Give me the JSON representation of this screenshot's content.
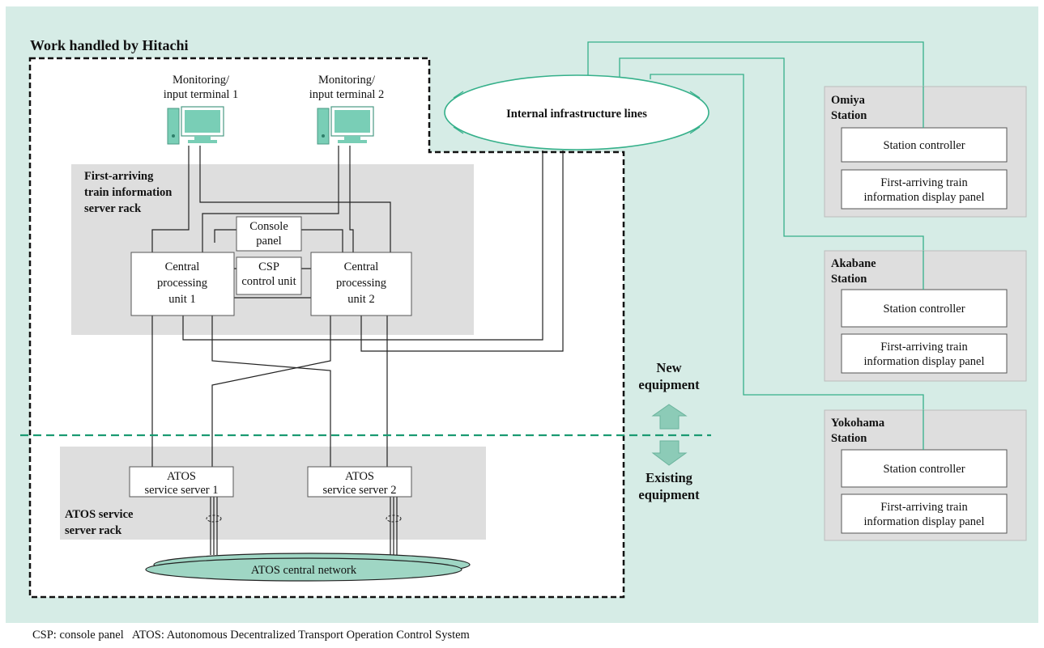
{
  "colors": {
    "background": "#d6ece6",
    "rack": "#dedede",
    "green_line": "#35b08a",
    "monitor": "#79ceb6",
    "network_fill": "#9fd6c4",
    "arrow": "#8ccbb7"
  },
  "title": "Work handled by Hitachi",
  "terminals": [
    {
      "line1": "Monitoring/",
      "line2": "input terminal 1"
    },
    {
      "line1": "Monitoring/",
      "line2": "input terminal 2"
    }
  ],
  "infrastructure": {
    "label": "Internal infrastructure lines"
  },
  "server_rack": {
    "line1": "First-arriving",
    "line2": "train information",
    "line3": "server rack"
  },
  "console_panel": {
    "line1": "Console",
    "line2": "panel"
  },
  "csp_unit": {
    "line1": "CSP",
    "line2": "control unit"
  },
  "cpus": [
    {
      "line1": "Central",
      "line2": "processing",
      "line3": "unit 1"
    },
    {
      "line1": "Central",
      "line2": "processing",
      "line3": "unit 2"
    }
  ],
  "atos_rack": {
    "line1": "ATOS service",
    "line2": "server rack"
  },
  "atos_servers": [
    {
      "line1": "ATOS",
      "line2": "service server 1"
    },
    {
      "line1": "ATOS",
      "line2": "service server 2"
    }
  ],
  "atos_network": {
    "label": "ATOS central network"
  },
  "legend_arrows": {
    "new_line1": "New",
    "new_line2": "equipment",
    "existing_line1": "Existing",
    "existing_line2": "equipment"
  },
  "stations": [
    {
      "name1": "Omiya",
      "name2": "Station",
      "controller": "Station controller",
      "panel1": "First-arriving train",
      "panel2": "information display panel"
    },
    {
      "name1": "Akabane",
      "name2": "Station",
      "controller": "Station controller",
      "panel1": "First-arriving train",
      "panel2": "information display panel"
    },
    {
      "name1": "Yokohama",
      "name2": "Station",
      "controller": "Station controller",
      "panel1": "First-arriving train",
      "panel2": "information display panel"
    }
  ],
  "footnote": "CSP: console panel   ATOS: Autonomous Decentralized Transport Operation Control System"
}
